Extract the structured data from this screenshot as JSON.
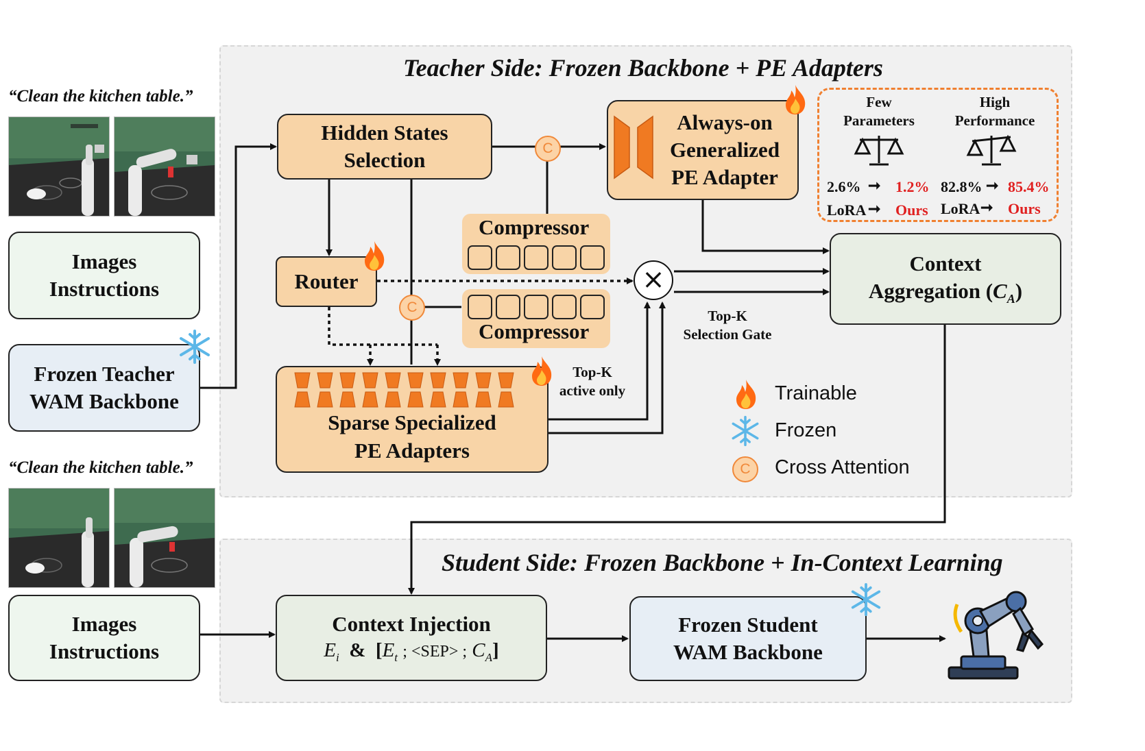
{
  "teacher": {
    "title": "Teacher Side: Frozen Backbone + PE Adapters",
    "quote": "“Clean the kitchen table.”",
    "inputs_label_line1": "Images",
    "inputs_label_line2": "Instructions",
    "backbone_line1": "Frozen Teacher",
    "backbone_line2": "WAM Backbone",
    "hidden_states_line1": "Hidden States",
    "hidden_states_line2": "Selection",
    "router": "Router",
    "always_on_line1": "Always-on",
    "always_on_line2": "Generalized",
    "always_on_line3": "PE Adapter",
    "compressor_top": "Compressor",
    "compressor_bottom": "Compressor",
    "sparse_line1": "Sparse Specialized",
    "sparse_line2": "PE Adapters",
    "topk_active_line1": "Top-K",
    "topk_active_line2": "active only",
    "topk_gate_line1": "Top-K",
    "topk_gate_line2": "Selection Gate",
    "aggregation_line1": "Context",
    "aggregation_line2": "Aggregation (",
    "aggregation_symbol": "C",
    "aggregation_sub": "A",
    "aggregation_close": ")",
    "cross_attention_glyph": "C",
    "multiply_glyph": "×"
  },
  "comparison": {
    "params_line1": "Few",
    "params_line2": "Parameters",
    "perf_line1": "High",
    "perf_line2": "Performance",
    "params_lora_value": "2.6%",
    "params_ours_value": "1.2%",
    "perf_lora_value": "82.8%",
    "perf_ours_value": "85.4%",
    "lora_label": "LoRA",
    "ours_label": "Ours",
    "border_color": "#f08030",
    "highlight_color": "#e02020"
  },
  "legend": {
    "trainable": "Trainable",
    "frozen": "Frozen",
    "cross_attention": "Cross Attention"
  },
  "student": {
    "title": "Student Side:  Frozen Backbone + In-Context Learning",
    "quote": "“Clean the kitchen table.”",
    "inputs_label_line1": "Images",
    "inputs_label_line2": "Instructions",
    "injection_title": "Context Injection",
    "injection_ei": "E",
    "injection_ei_sub": "i",
    "injection_amp": "&",
    "injection_open": "[",
    "injection_et": "E",
    "injection_et_sub": "t",
    "injection_sep": "; <SEP> ;",
    "injection_ca": "C",
    "injection_ca_sub": "A",
    "injection_close": "]",
    "backbone_line1": "Frozen Student",
    "backbone_line2": "WAM Backbone"
  },
  "icons": [
    "fire-icon",
    "snowflake-icon",
    "cross-attention-icon",
    "scale-icon",
    "robot-arm-icon",
    "adapter-icon"
  ]
}
